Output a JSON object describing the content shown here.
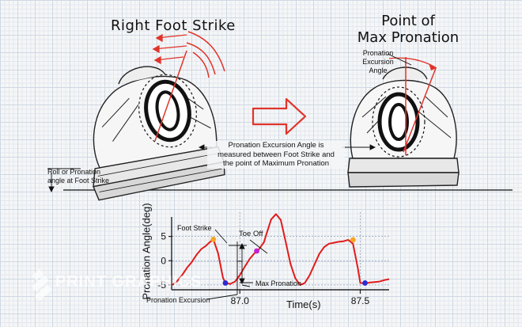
{
  "diagram": {
    "left_title": "Right Foot Strike",
    "right_title_line1": "Point of",
    "right_title_line2": "Max Pronation",
    "excursion_angle_label_line1": "Pronation",
    "excursion_angle_label_line2": "Excursion",
    "excursion_angle_label_line3": "Angle",
    "center_note_line1": "Pronation Excursion Angle is",
    "center_note_line2": "measured between Foot Strike and",
    "center_note_line3": "the point of Maximum Pronation",
    "roll_label_line1": "Roll or Pronation",
    "roll_label_line2": "angle at Foot Strike"
  },
  "graph": {
    "ylabel": "Pronation Angle(deg)",
    "xlabel": "Time(s)",
    "annotations": {
      "foot_strike": "Foot Strike",
      "toe_off": "Toe Off",
      "max_pronation": "Max Pronation",
      "pronation_excursion": "Pronation Excursion"
    },
    "watermark": "PRINT GRAPHICS"
  },
  "chart_data": {
    "type": "line",
    "xlabel": "Time(s)",
    "ylabel": "Pronation Angle(deg)",
    "xlim": [
      86.72,
      87.62
    ],
    "ylim": [
      -6,
      10
    ],
    "x_ticks": [
      87.0,
      87.5
    ],
    "y_ticks": [
      -5,
      0,
      5
    ],
    "grid": true,
    "series": [
      {
        "x": [
          86.72,
          86.74,
          86.76,
          86.78,
          86.8,
          86.82,
          86.84,
          86.86,
          86.87,
          86.89,
          86.91,
          86.93,
          86.94,
          86.96,
          86.98,
          87.0,
          87.02,
          87.04,
          87.06,
          87.08,
          87.1,
          87.11,
          87.13,
          87.15,
          87.17,
          87.19,
          87.21,
          87.23,
          87.25,
          87.27,
          87.29,
          87.31,
          87.33,
          87.35,
          87.37,
          87.39,
          87.41,
          87.43,
          87.45,
          87.47,
          87.49,
          87.5,
          87.52,
          87.54,
          87.56,
          87.58,
          87.6,
          87.62
        ],
        "values": [
          -5.0,
          -4.2,
          -3.0,
          -1.5,
          -0.3,
          1.2,
          2.4,
          3.1,
          3.6,
          4.4,
          1.5,
          -3.5,
          -4.6,
          -4.8,
          -4.3,
          -3.0,
          -1.3,
          0.3,
          1.5,
          2.4,
          3.8,
          5.4,
          8.5,
          9.6,
          8.4,
          4.0,
          -0.6,
          -3.6,
          -5.0,
          -4.6,
          -3.0,
          -0.8,
          1.4,
          2.8,
          3.5,
          3.7,
          3.9,
          4.0,
          4.3,
          3.5,
          -1.5,
          -4.6,
          -4.7,
          -4.5,
          -4.4,
          -4.3,
          -4.0,
          -3.8
        ]
      }
    ],
    "markers": [
      {
        "label": "Foot Strike",
        "x": 86.89,
        "y": 4.4,
        "color": "#f5a623"
      },
      {
        "label": "Max Pronation",
        "x": 86.94,
        "y": -4.6,
        "color": "#2b2bd6"
      },
      {
        "label": "Toe Off",
        "x": 87.07,
        "y": 2.0,
        "color": "#c51fd1"
      },
      {
        "label": "",
        "x": 87.47,
        "y": 4.3,
        "color": "#f5a623"
      },
      {
        "label": "",
        "x": 87.52,
        "y": -4.6,
        "color": "#2b2bd6"
      }
    ],
    "colors": {
      "line": "#e11b1b",
      "ink": "#1a1a1a",
      "accent_red": "#e0342a"
    }
  }
}
